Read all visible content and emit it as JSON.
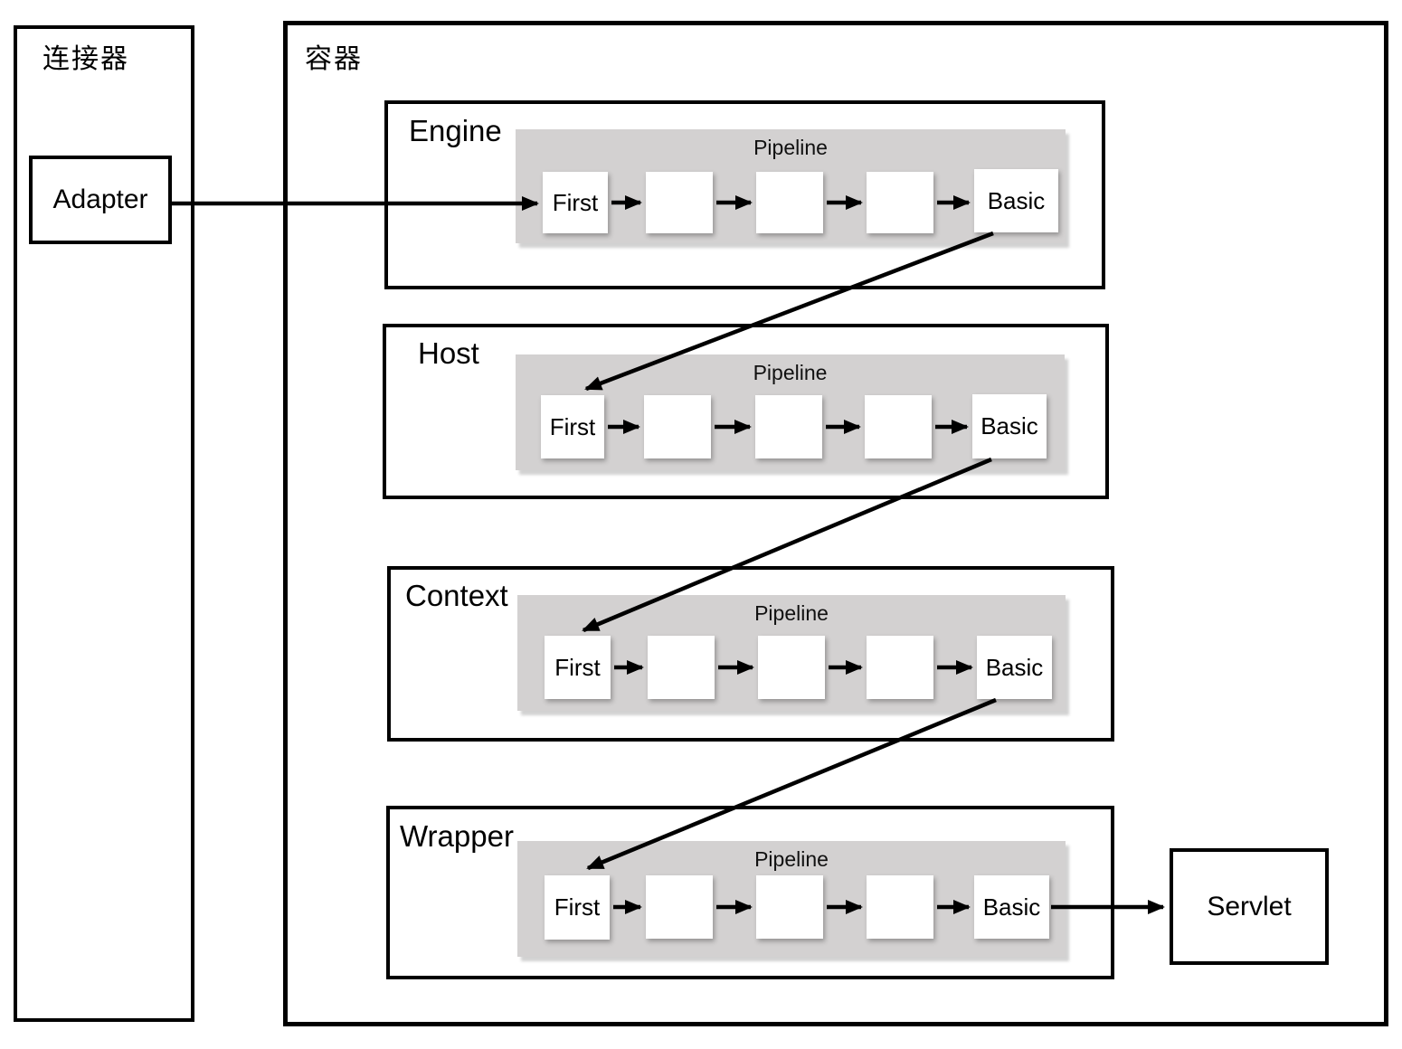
{
  "connector": {
    "label": "连接器",
    "adapter_label": "Adapter"
  },
  "container": {
    "label": "容器"
  },
  "rows": [
    {
      "name": "Engine",
      "pipeline_label": "Pipeline",
      "first_label": "First",
      "basic_label": "Basic",
      "empty_valve_count": 3
    },
    {
      "name": "Host",
      "pipeline_label": "Pipeline",
      "first_label": "First",
      "basic_label": "Basic",
      "empty_valve_count": 3
    },
    {
      "name": "Context",
      "pipeline_label": "Pipeline",
      "first_label": "First",
      "basic_label": "Basic",
      "empty_valve_count": 3
    },
    {
      "name": "Wrapper",
      "pipeline_label": "Pipeline",
      "first_label": "First",
      "basic_label": "Basic",
      "empty_valve_count": 3
    }
  ],
  "servlet": {
    "label": "Servlet"
  },
  "edges": [
    {
      "from": "Adapter",
      "to": "Engine.First"
    },
    {
      "from": "Engine.First",
      "to": "Engine.Basic",
      "via": "pipeline valves"
    },
    {
      "from": "Engine.Basic",
      "to": "Host.First"
    },
    {
      "from": "Host.First",
      "to": "Host.Basic",
      "via": "pipeline valves"
    },
    {
      "from": "Host.Basic",
      "to": "Context.First"
    },
    {
      "from": "Context.First",
      "to": "Context.Basic",
      "via": "pipeline valves"
    },
    {
      "from": "Context.Basic",
      "to": "Wrapper.First"
    },
    {
      "from": "Wrapper.First",
      "to": "Wrapper.Basic",
      "via": "pipeline valves"
    },
    {
      "from": "Wrapper.Basic",
      "to": "Servlet"
    }
  ],
  "colors": {
    "stroke": "#000000",
    "pipeline_bg": "#d3d1d1",
    "valve_bg": "#ffffff",
    "page_bg": "#ffffff"
  }
}
